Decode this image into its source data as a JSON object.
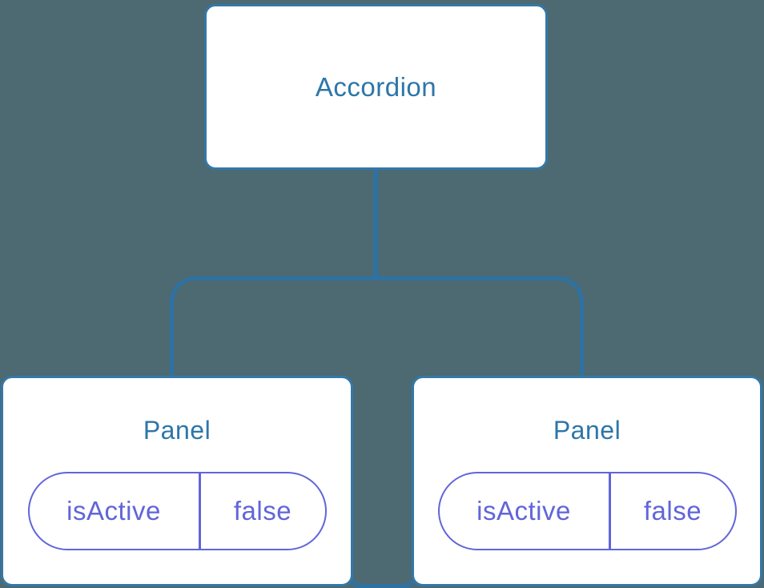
{
  "diagram": {
    "type": "component-tree",
    "tree": {
      "root": {
        "label": "Accordion"
      },
      "children": [
        {
          "label": "Panel",
          "props": [
            {
              "name": "isActive",
              "value": "false"
            }
          ]
        },
        {
          "label": "Panel",
          "props": [
            {
              "name": "isActive",
              "value": "false"
            }
          ]
        }
      ]
    }
  },
  "colors": {
    "background": "#4d6972",
    "line_blue": "#2d72a2",
    "box_border_blue": "#3478a8",
    "heading_blue": "#2d76a9",
    "pill_purple": "#6165d8",
    "node_fill": "#ffffff"
  }
}
